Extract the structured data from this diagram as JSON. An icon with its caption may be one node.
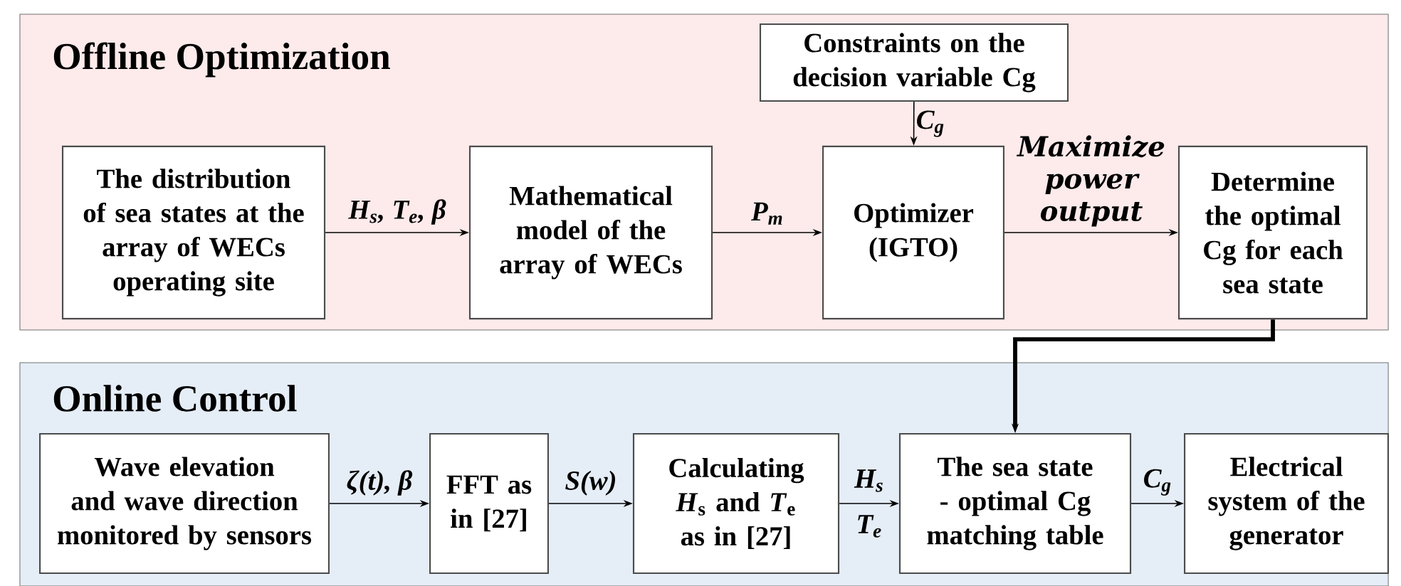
{
  "diagram": {
    "nodes": [
      {
        "text": [
          "Offline Optimization"
        ]
      },
      {
        "text": [
          "Online Control"
        ]
      },
      {
        "text": [
          "The distribution of sea states at the array of WECs operating site"
        ],
        "in": 0
      },
      {
        "text": [
          "Mathematical model of the array of WECs"
        ],
        "in": 0
      },
      {
        "text": [
          "Constraints on the decision variable Cg"
        ],
        "in": 0
      },
      {
        "text": [
          "Optimizer (IGTO)"
        ],
        "in": 0
      },
      {
        "text": [
          "Determine the optimal Cg for each sea state"
        ],
        "in": 0
      },
      {
        "text": [
          "Wave elevation and wave direction monitored by sensors"
        ],
        "in": 1
      },
      {
        "text": [
          "FFT as in [27]"
        ],
        "in": 1
      },
      {
        "text": [
          "Calculating *H*$_{s}$ and *T*$_{e}$ as in [27]"
        ],
        "in": 1
      },
      {
        "text": [
          "The sea state - optimal Cg matching table"
        ],
        "in": 1
      },
      {
        "text": [
          "Electrical system of the generator"
        ],
        "in": 1
      }
    ],
    "edges": [
      {
        "from": 2,
        "to": 3,
        "arrow": "to",
        "label": "H$_{s}$, T$_{e}$, β"
      },
      {
        "from": 3,
        "to": 5,
        "arrow": "to",
        "label": "P$_{m}$"
      },
      {
        "from": 4,
        "to": 5,
        "arrow": "to",
        "label": "C$_{g}$"
      },
      {
        "from": 5,
        "to": 6,
        "arrow": "to",
        "label": "Maximize power output"
      },
      {
        "from": 6,
        "to": 10,
        "arrow": "to",
        "style": "thick"
      },
      {
        "from": 7,
        "to": 8,
        "arrow": "to",
        "label": "ζ(t), β"
      },
      {
        "from": 8,
        "to": 9,
        "arrow": "to",
        "label": "S(w)"
      },
      {
        "from": 9,
        "to": 10,
        "arrow": "to",
        "label": "H$_{s}$ T$_{e}$"
      },
      {
        "from": 10,
        "to": 11,
        "arrow": "to",
        "label": "C$_{g}$"
      }
    ]
  }
}
